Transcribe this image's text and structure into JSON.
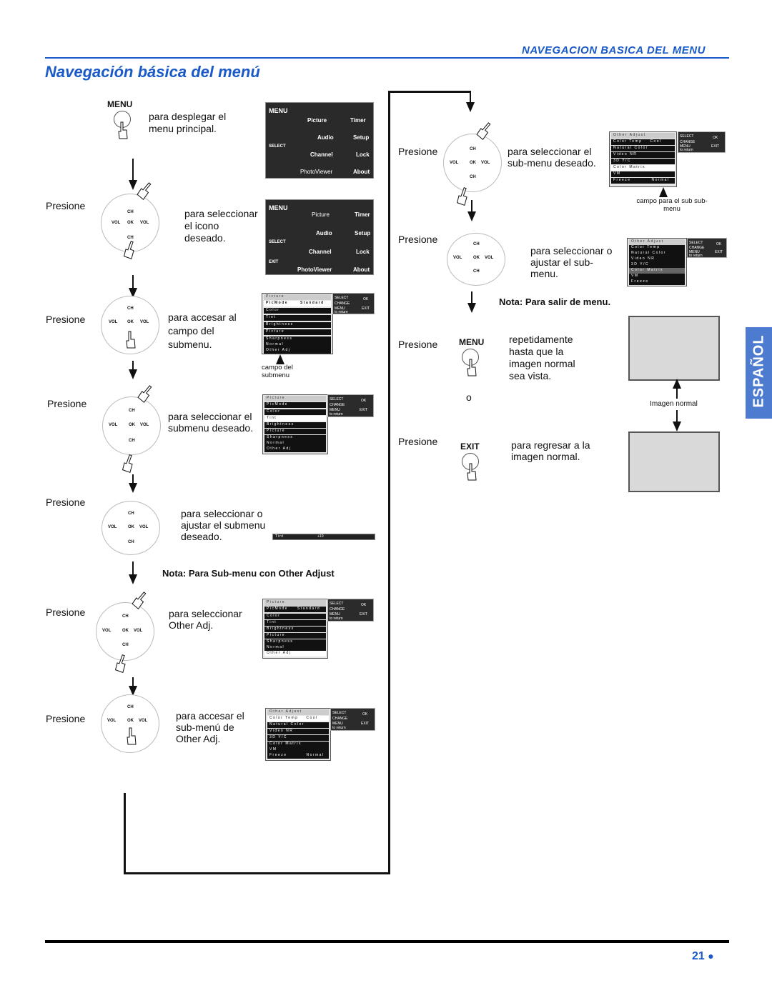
{
  "header": {
    "section_label": "NAVEGACION BASICA DEL MENU",
    "title": "Navegación básica del menú"
  },
  "side_tab": {
    "label": "ESPAÑOL"
  },
  "buttons": {
    "menu": "MENU",
    "exit": "EXIT",
    "ch": "CH",
    "vol": "VOL",
    "ok": "OK"
  },
  "common": {
    "presione": "Presione",
    "o": "o"
  },
  "left_steps": {
    "s1": {
      "text": "para desplegar el menu principal."
    },
    "s2": {
      "text": "para seleccionar el icono deseado."
    },
    "s3": {
      "text": "para accesar al campo del submenu.",
      "caption": "campo del submenu"
    },
    "s4": {
      "text": "para seleccionar el submenu deseado."
    },
    "s5": {
      "text": "para seleccionar o ajustar el submenu deseado."
    },
    "note1": "Nota: Para Sub-menu con Other Adjust",
    "s6": {
      "text": "para seleccionar Other Adj."
    },
    "s7": {
      "text": "para accesar el sub-menú de Other Adj."
    }
  },
  "right_steps": {
    "r1": {
      "text": "para seleccionar el sub-menu deseado.",
      "caption": "campo para el sub sub-menu"
    },
    "r2": {
      "text": "para seleccionar o ajustar el sub-menu."
    },
    "note2": "Nota: Para salir de menu.",
    "r3": {
      "text": "repetidamente hasta que la imagen normal sea vista."
    },
    "r4": {
      "text": "para regresar a la imagen normal."
    },
    "tv_caption": "Imagen normal"
  },
  "main_menu": {
    "label": "MENU",
    "select_label": "SELECT",
    "exit_label": "EXIT",
    "tiles": [
      "Picture",
      "Timer",
      "Audio",
      "Setup",
      "Channel",
      "Lock",
      "PhotoViewer",
      "About"
    ]
  },
  "osd_panel": {
    "select": "SELECT",
    "ok": "OK",
    "change": "CHANGE",
    "menu": "MENU",
    "exit": "EXIT",
    "to_return": "to return"
  },
  "picture_menu": {
    "rows": [
      "Picture",
      "PicMode",
      "Color",
      "Tint",
      "Brightness",
      "Picture",
      "Sharpness",
      "Normal",
      "Other Adj"
    ],
    "picmode_value": "Standard"
  },
  "other_adjust_menu": {
    "rows": [
      "Other Adjust",
      "Color Temp",
      "Natural Color",
      "Video NR",
      "3D Y/C",
      "Color Matrix",
      "VM",
      "Freeze"
    ],
    "color_temp_value": "Cool",
    "freeze_value": "Normal"
  },
  "tint_bar": {
    "label": "Tint",
    "value": "+10"
  },
  "page": {
    "number": "21"
  }
}
